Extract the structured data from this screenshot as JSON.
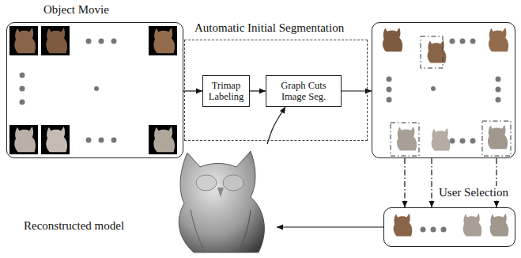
{
  "diagram": {
    "nodes": [
      {
        "text": [
          "Object Movie"
        ]
      },
      {
        "text": [
          "Automatic Initial Segmentation"
        ]
      },
      {
        "text": [
          "Trimap Labeling"
        ],
        "in": 1
      },
      {
        "text": [
          "Graph Cuts Image Seg."
        ],
        "in": 1
      },
      {
        "text": []
      },
      {
        "text": [
          "User Selection"
        ]
      },
      {
        "text": [
          "Reconstructed model"
        ]
      }
    ],
    "edges": [
      {
        "from": 0,
        "to": 2,
        "arrow": "to"
      },
      {
        "from": 2,
        "to": 3,
        "arrow": "to"
      },
      {
        "from": 3,
        "to": 4,
        "arrow": "to"
      },
      {
        "from": 4,
        "to": 5,
        "arrow": "to"
      },
      {
        "from": 5,
        "to": 6,
        "arrow": "to"
      },
      {
        "from": 6,
        "to": 3,
        "arrow": "to"
      }
    ]
  }
}
